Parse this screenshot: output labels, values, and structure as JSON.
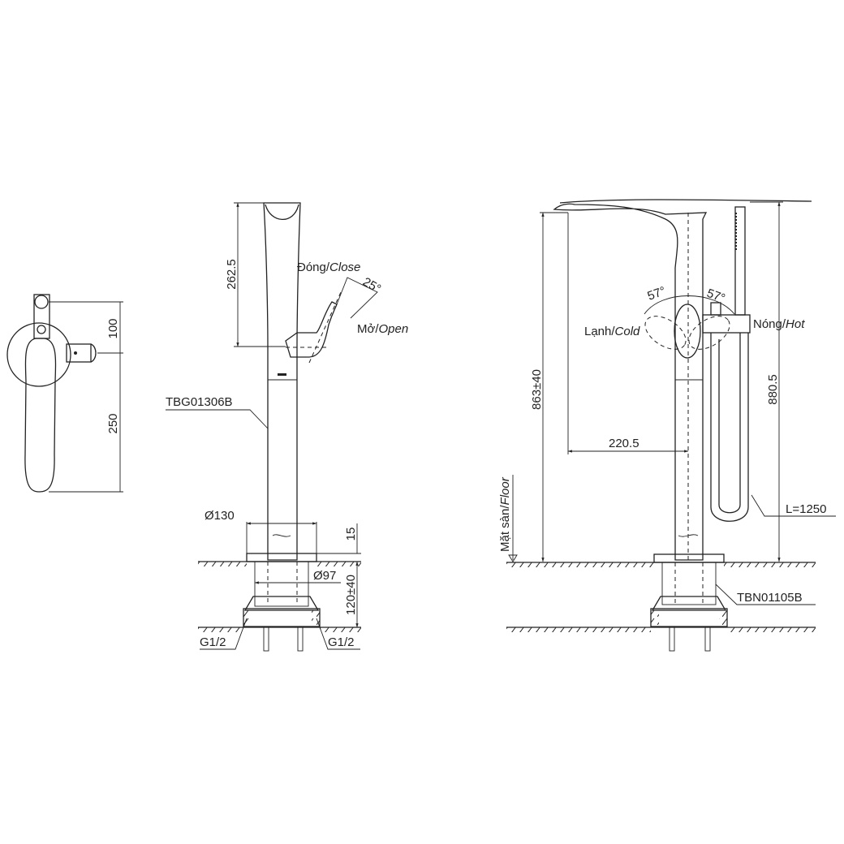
{
  "side_view": {
    "dim_top": "100",
    "dim_bottom": "250"
  },
  "front_view": {
    "dim_spout_height": "262.5",
    "close_label": "Đóng/",
    "close_label_en": "Close",
    "open_label": "Mở/",
    "open_label_en": "Open",
    "angle": "25°",
    "part_body": "TBG01306B",
    "dim_base_diameter": "Ø130",
    "dim_base_height": "15",
    "dim_sleeve_diameter": "Ø97",
    "dim_depth": "120±40",
    "inlet_left": "G1/2",
    "inlet_right": "G1/2"
  },
  "right_view": {
    "angle_left": "57°",
    "angle_right": "57°",
    "cold_label": "Lạnh/",
    "cold_label_en": "Cold",
    "hot_label": "Nóng/",
    "hot_label_en": "Hot",
    "dim_spout_height": "863±40",
    "dim_total_height": "880.5",
    "dim_reach": "220.5",
    "floor_label": "Mặt sàn/",
    "floor_label_en": "Floor",
    "hose_length": "L=1250",
    "part_rough": "TBN01105B"
  }
}
